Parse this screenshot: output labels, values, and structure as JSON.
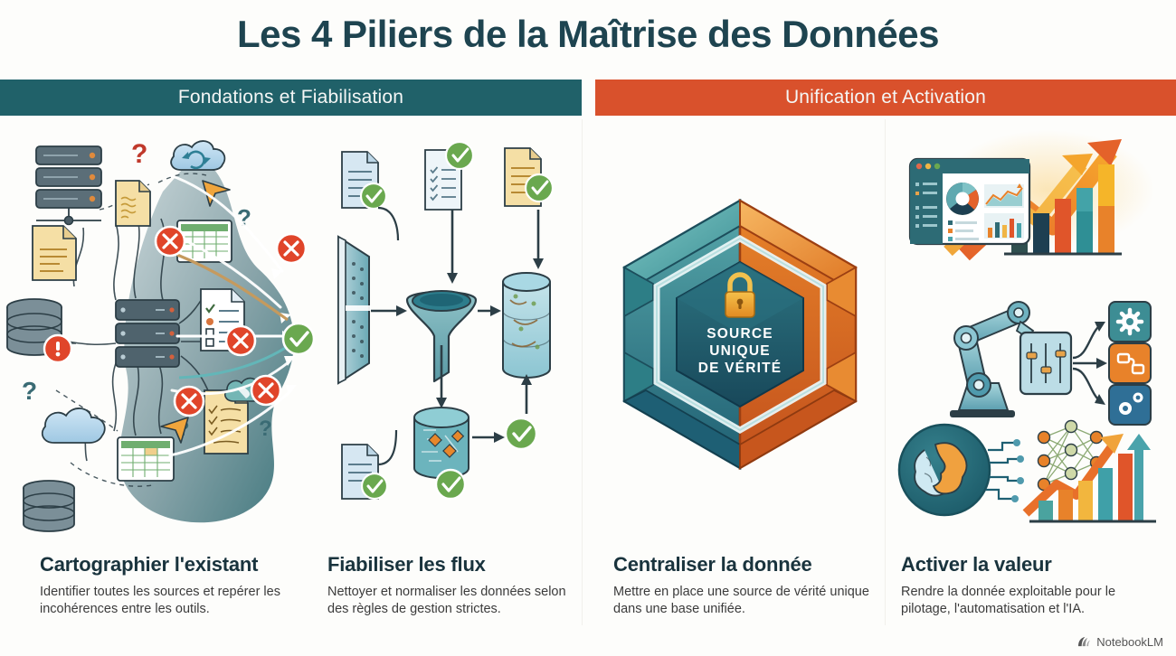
{
  "title": "Les 4 Piliers de la Maîtrise des Données",
  "bands": [
    {
      "label": "Fondations et Fiabilisation",
      "color": "#206169"
    },
    {
      "label": "Unification et Activation",
      "color": "#d9512c"
    }
  ],
  "center_badge": {
    "line1": "SOURCE",
    "line2": "UNIQUE",
    "line3": "DE VÉRITÉ",
    "icon": "lock-icon",
    "color_left": "#3f9ea3",
    "color_right": "#e8842a"
  },
  "pillars": [
    {
      "heading": "Cartographier l'existant",
      "body": "Identifier toutes les sources et repérer les incohérences entre les outils."
    },
    {
      "heading": "Fiabiliser les flux",
      "body": "Nettoyer et normaliser les données selon des règles de gestion strictes."
    },
    {
      "heading": "Centraliser la donnée",
      "body": "Mettre en place une source de vérité unique dans une base unifiée."
    },
    {
      "heading": "Activer la valeur",
      "body": "Rendre la donnée exploitable pour le pilotage, l'automatisation et l'IA."
    }
  ],
  "watermark": {
    "label": "NotebookLM",
    "icon": "notebooklm-icon"
  },
  "palette": {
    "background": "#fdfdfb",
    "title": "#1e4450",
    "teal": "#206169",
    "orange": "#d9512c",
    "green_check": "#64a84a",
    "red_error": "#e0452a",
    "paper_yellow": "#f5dfa5",
    "paper_blue": "#d6e7f2",
    "server_slate": "#5b6e78"
  }
}
